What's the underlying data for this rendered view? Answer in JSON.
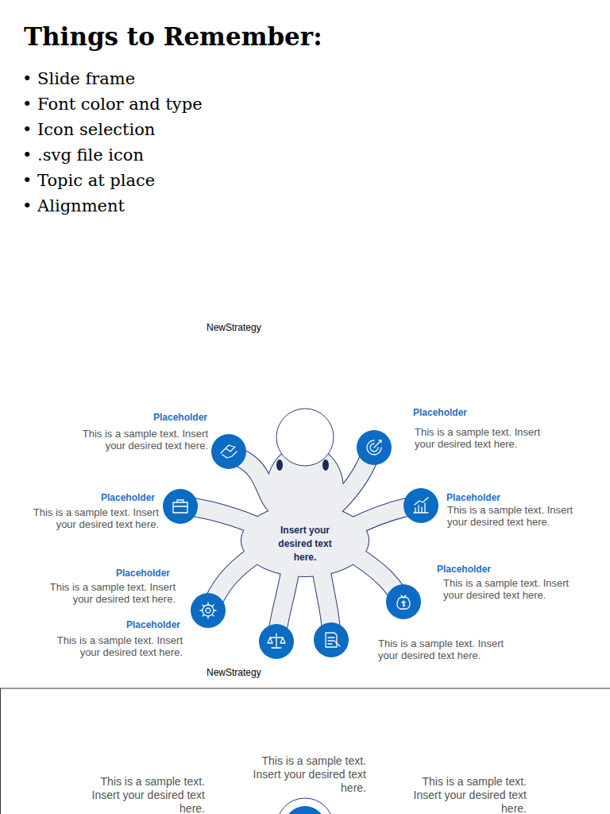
{
  "diagram": {
    "title": "Things to Remember:",
    "nodes": [
      {
        "text": [
          "Placeholder",
          "This is a sample text. Insert your desired text here."
        ]
      },
      {
        "text": [
          "Placeholder",
          "This is a sample text. Insert your desired text here."
        ]
      },
      {
        "text": [
          "Placeholder",
          "This is a sample text. Insert your desired text here."
        ]
      },
      {
        "text": [
          "Placeholder",
          "This is a sample text. Insert your desired text here."
        ]
      },
      {
        "text": [
          "Placeholder",
          "This is a sample text. Insert your desired text here."
        ]
      },
      {
        "text": [
          "Placeholder",
          "This is a sample text. Insert your desired text here."
        ]
      },
      {
        "text": [
          "Placeholder",
          "This is a sample text. Insert your desired text here."
        ]
      },
      {
        "text": [
          "This is a sample text. Insert your desired text here."
        ]
      }
    ],
    "labels": [
      "• Slide frame",
      "• Font color and type",
      "• Icon selection",
      "• .svg file icon",
      "• Topic at place",
      "• Alignment",
      "NewStrategy",
      "Insert your desired text here.",
      "NewStrategy",
      "This is a sample text. Insert your desired text here.",
      "This is a sample text. Insert your desired text here.",
      "This is a sample text. Insert your desired text here."
    ]
  }
}
